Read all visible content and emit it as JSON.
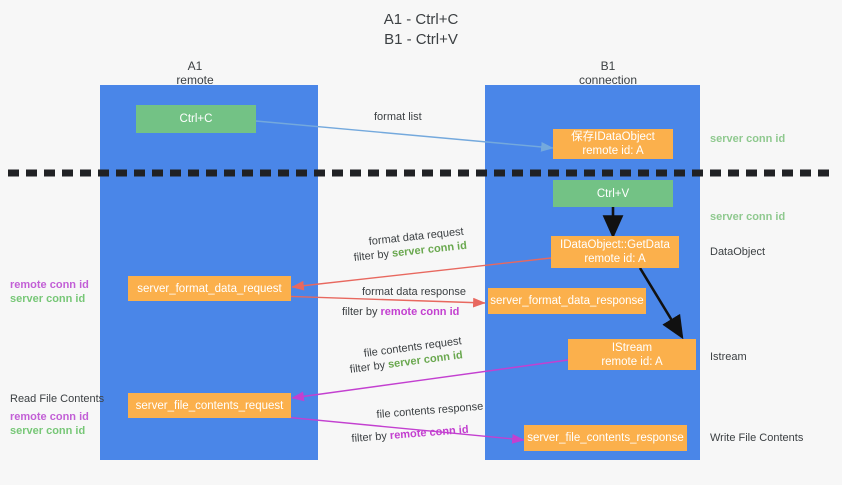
{
  "title": {
    "line1": "A1 - Ctrl+C",
    "line2": "B1 - Ctrl+V"
  },
  "colors": {
    "lane": "#4a86e8",
    "green_box": "#73c285",
    "orange_box": "#fbb04c",
    "server_conn_id": "#6aa84f",
    "remote_conn_id": "#c340d0",
    "background": "#f7f7f7",
    "divider": "#202124"
  },
  "lanes": [
    {
      "name": "A1",
      "sub": "remote"
    },
    {
      "name": "B1",
      "sub": "connection"
    }
  ],
  "boxes": [
    {
      "id": "ctrl-c",
      "kind": "green",
      "line1": "Ctrl+C"
    },
    {
      "id": "save-idataobject",
      "kind": "orange",
      "line1": "保存IDataObject",
      "line2": "remote id: A"
    },
    {
      "id": "ctrl-v",
      "kind": "green",
      "line1": "Ctrl+V"
    },
    {
      "id": "idataobject-getdata",
      "kind": "orange",
      "line1": "IDataObject::GetData",
      "line2": "remote id: A"
    },
    {
      "id": "server-format-data-request",
      "kind": "orange",
      "line1": "server_format_data_request"
    },
    {
      "id": "server-format-data-response",
      "kind": "orange",
      "line1": "server_format_data_response"
    },
    {
      "id": "istream",
      "kind": "orange",
      "line1": "IStream",
      "line2": "remote id: A"
    },
    {
      "id": "server-file-contents-request",
      "kind": "orange",
      "line1": "server_file_contents_request"
    },
    {
      "id": "server-file-contents-response",
      "kind": "orange",
      "line1": "server_file_contents_response"
    }
  ],
  "edge_labels": {
    "format_list": "format list",
    "format_data_request": "format data request",
    "format_data_request_filter_prefix": "filter by ",
    "format_data_request_filter_value": "server conn id",
    "format_data_response": "format data response",
    "format_data_response_filter_prefix": "filter by ",
    "format_data_response_filter_value": "remote conn id",
    "file_contents_request": "file contents request",
    "file_contents_request_filter_prefix": "filter by ",
    "file_contents_request_filter_value": "server conn id",
    "file_contents_response": "file contents response",
    "file_contents_response_filter_prefix": "filter by ",
    "file_contents_response_filter_value": "remote conn id"
  },
  "right_annotations": [
    {
      "id": "server-conn-id-top",
      "text": "server conn id",
      "style": "green"
    },
    {
      "id": "server-conn-id-second",
      "text": "server conn id",
      "style": "green"
    },
    {
      "id": "dataobject",
      "text": "DataObject",
      "style": "plain"
    },
    {
      "id": "istream-label",
      "text": "Istream",
      "style": "plain"
    },
    {
      "id": "write-file-contents",
      "text": "Write File Contents",
      "style": "plain"
    }
  ],
  "left_annotations": {
    "format_block": {
      "remote": "remote conn id",
      "server": "server conn id"
    },
    "read_file_contents": {
      "heading": "Read File Contents",
      "remote": "remote conn id",
      "server": "server conn id"
    }
  }
}
